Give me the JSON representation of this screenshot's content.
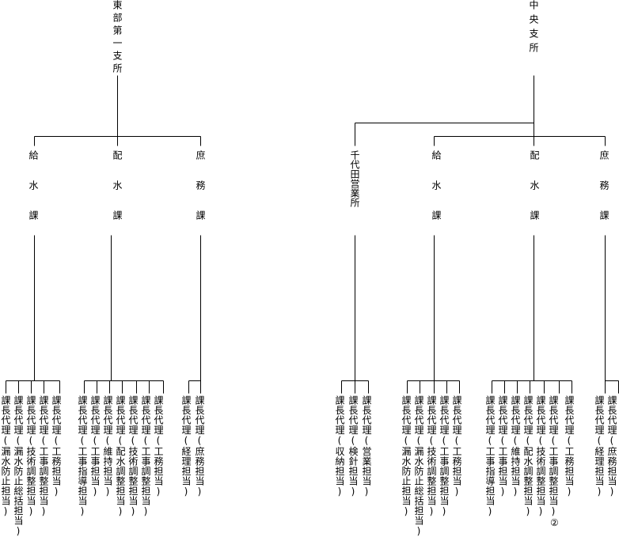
{
  "orgs": [
    {
      "name": "東部第一支所",
      "departments": [
        {
          "name": "給水課",
          "roles": [
            "課長代理(漏水防止担当)",
            "課長代理(漏水防止総括担当)",
            "課長代理(技術調整担当)",
            "課長代理(工事調整担当)",
            "課長代理(工務担当)"
          ]
        },
        {
          "name": "配水課",
          "roles": [
            "課長代理(工事指導担当)",
            "課長代理(工事担当)",
            "課長代理(維持担当)",
            "課長代理(配水調整担当)",
            "課長代理(技術調整担当)",
            "課長代理(工事調整担当)",
            "課長代理(工務担当)"
          ]
        },
        {
          "name": "庶務課",
          "roles": [
            "課長代理(経理担当)",
            "課長代理(庶務担当)"
          ]
        }
      ]
    },
    {
      "name": "中央支所",
      "departments": [
        {
          "name": "千代田営業所",
          "roles": [
            "課長代理(収納担当)",
            "課長代理(検針担当)",
            "課長代理(営業担当)"
          ]
        },
        {
          "name": "給水課",
          "roles": [
            "課長代理(漏水防止担当)",
            "課長代理(漏水防止総括担当)",
            "課長代理(技術調整担当)",
            "課長代理(工事調整担当)",
            "課長代理(工務担当)"
          ]
        },
        {
          "name": "配水課",
          "roles": [
            "課長代理(工事指導担当)",
            "課長代理(工事担当)",
            "課長代理(維持担当)",
            "課長代理(配水調整担当)",
            "課長代理(技術調整担当)",
            "課長代理(工事調整担当)",
            "課長代理(工務担当)"
          ]
        },
        {
          "name": "庶務課",
          "roles": [
            "課長代理(経理担当)",
            "課長代理(庶務担当)"
          ]
        }
      ]
    }
  ],
  "marker": "②"
}
